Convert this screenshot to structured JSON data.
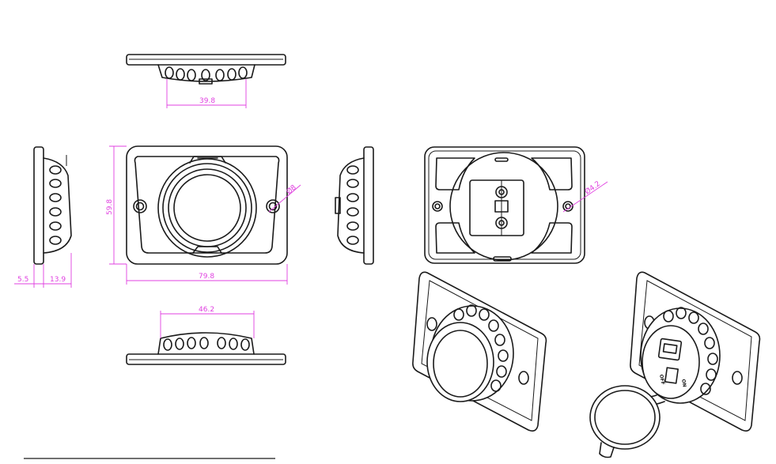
{
  "colors": {
    "line": "#1a1a1a",
    "dimension": "#e040e0",
    "background": "#ffffff"
  },
  "dimensions": {
    "top_width": "39.8",
    "bottom_width": "46.2",
    "front_width": "79.8",
    "front_height": "59.8",
    "hole_diameter": "Ø8",
    "side_plate": "5.5",
    "side_depth": "13.9",
    "rear_hole_diameter": "Ø4.2"
  },
  "switch_labels": {
    "off": "OFF",
    "on": "ON"
  }
}
